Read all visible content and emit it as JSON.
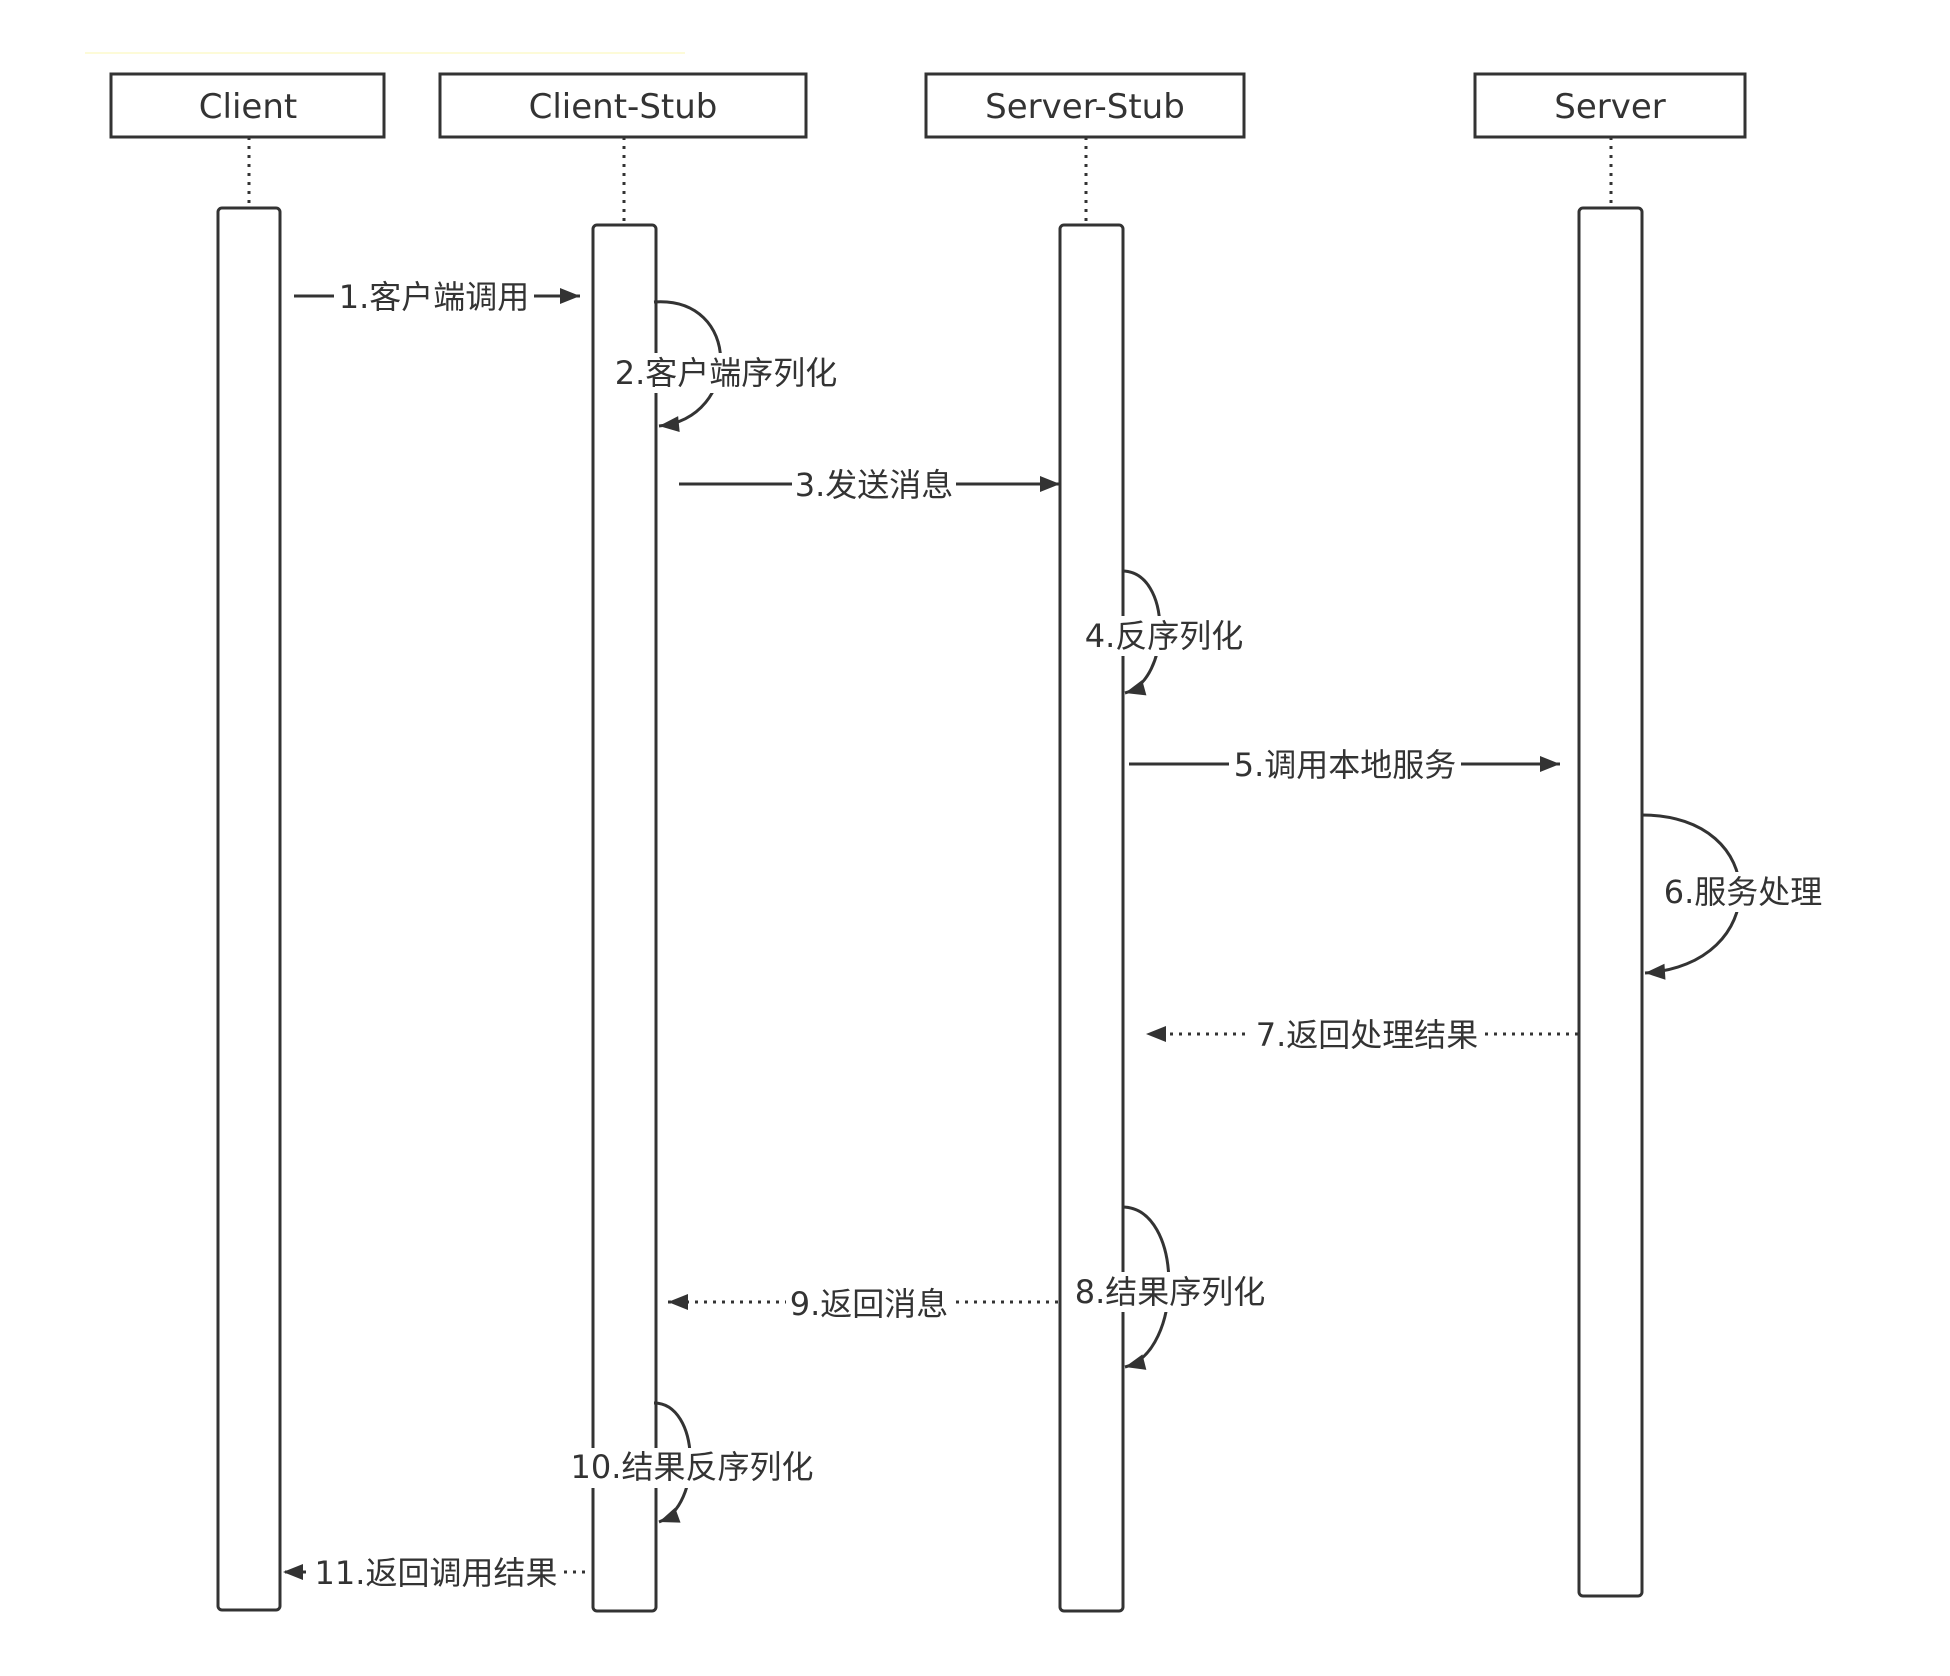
{
  "diagram": {
    "participants": [
      {
        "id": "client",
        "label": "Client"
      },
      {
        "id": "client_stub",
        "label": "Client-Stub"
      },
      {
        "id": "server_stub",
        "label": "Server-Stub"
      },
      {
        "id": "server",
        "label": "Server"
      }
    ],
    "messages": [
      {
        "id": "m1",
        "label": "1.客户端调用",
        "kind": "call",
        "from": "client",
        "to": "client_stub"
      },
      {
        "id": "m2",
        "label": "2.客户端序列化",
        "kind": "self",
        "at": "client_stub"
      },
      {
        "id": "m3",
        "label": "3.发送消息",
        "kind": "call",
        "from": "client_stub",
        "to": "server_stub"
      },
      {
        "id": "m4",
        "label": "4.反序列化",
        "kind": "self",
        "at": "server_stub"
      },
      {
        "id": "m5",
        "label": "5.调用本地服务",
        "kind": "call",
        "from": "server_stub",
        "to": "server"
      },
      {
        "id": "m6",
        "label": "6.服务处理",
        "kind": "self",
        "at": "server"
      },
      {
        "id": "m7",
        "label": "7.返回处理结果",
        "kind": "return",
        "from": "server",
        "to": "server_stub"
      },
      {
        "id": "m8",
        "label": "8.结果序列化",
        "kind": "self",
        "at": "server_stub"
      },
      {
        "id": "m9",
        "label": "9.返回消息",
        "kind": "return",
        "from": "server_stub",
        "to": "client_stub"
      },
      {
        "id": "m10",
        "label": "10.结果反序列化",
        "kind": "self",
        "at": "client_stub"
      },
      {
        "id": "m11",
        "label": "11.返回调用结果",
        "kind": "return",
        "from": "client_stub",
        "to": "client"
      }
    ],
    "colors": {
      "line": "#333333",
      "text": "#333333",
      "background": "#ffffff",
      "highlight": "#fdfbd8"
    }
  }
}
